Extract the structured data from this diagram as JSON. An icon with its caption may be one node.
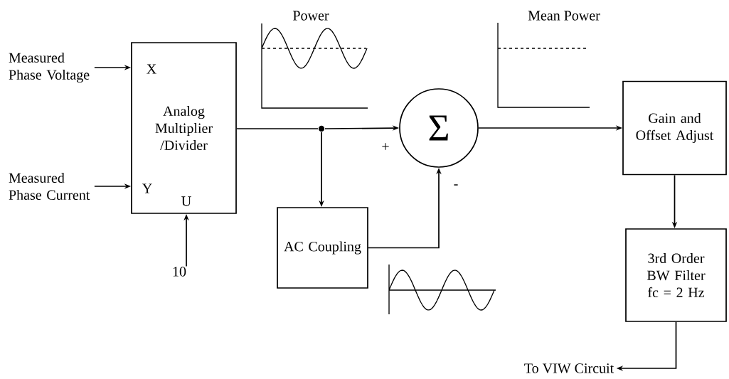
{
  "diagram": {
    "nodes": [
      {
        "text": [
          "Measured Phase Voltage"
        ]
      },
      {
        "text": [
          "Measured Phase Current"
        ]
      },
      {
        "text": [
          "Analog Multiplier /Divider"
        ]
      },
      {
        "text": [
          "10"
        ]
      },
      {
        "text": [],
        "shape": "circle"
      },
      {
        "text": [
          "Σ"
        ]
      },
      {
        "text": [
          "AC Coupling"
        ]
      },
      {
        "text": [
          "Gain and Offset Adjust"
        ]
      },
      {
        "text": [
          "3rd Order BW Filter fc = 2 Hz"
        ]
      },
      {
        "text": [
          "To VIW Circuit"
        ]
      }
    ],
    "edges": [
      {
        "from": 0,
        "to": 2,
        "arrow": "to"
      },
      {
        "from": 1,
        "to": 2,
        "arrow": "to"
      },
      {
        "from": 3,
        "to": 2,
        "arrow": "to"
      },
      {
        "from": 2,
        "to": 4,
        "arrow": "none"
      },
      {
        "from": 4,
        "to": 5,
        "arrow": "to",
        "label": "+"
      },
      {
        "from": 4,
        "to": 6,
        "arrow": "to"
      },
      {
        "from": 6,
        "to": 5,
        "arrow": "to",
        "label": "-"
      },
      {
        "from": 5,
        "to": 7,
        "arrow": "to"
      },
      {
        "from": 7,
        "to": 8,
        "arrow": "to"
      },
      {
        "from": 8,
        "to": 9,
        "arrow": "to"
      }
    ],
    "labels": [
      "X",
      "Y",
      "U",
      "Power",
      "Mean Power"
    ]
  }
}
